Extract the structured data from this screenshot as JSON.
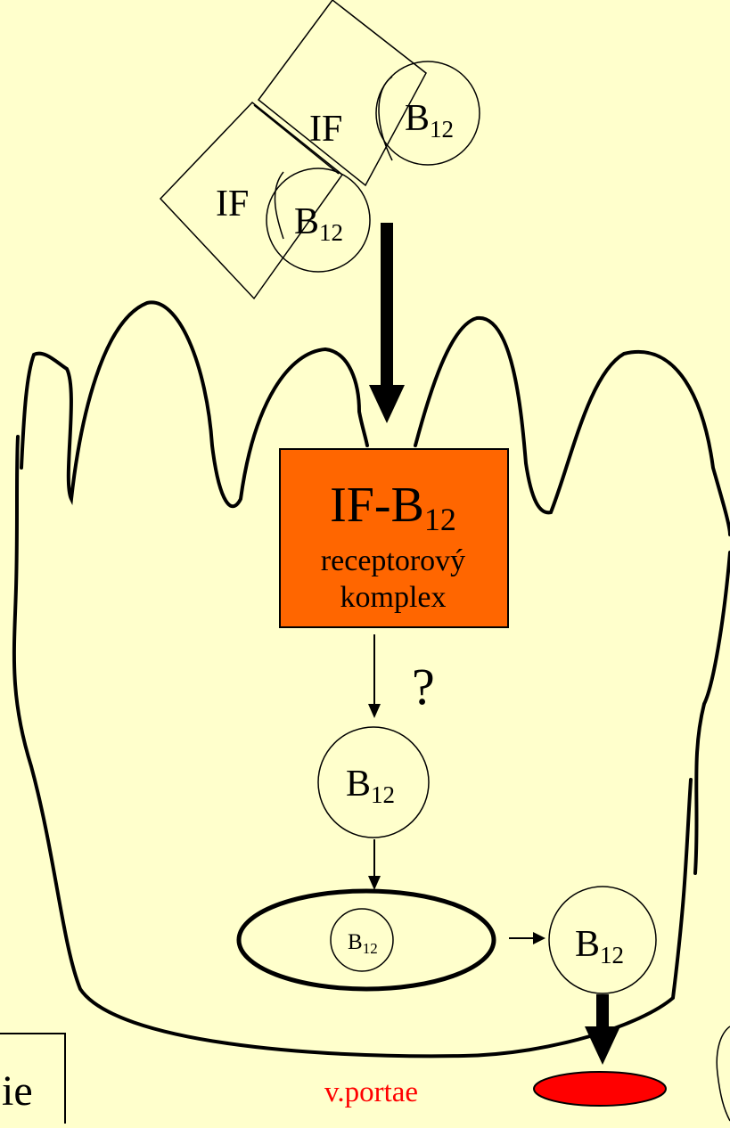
{
  "background": "#ffffcc",
  "colors": {
    "receptor_fill": "#ff6600",
    "portal_vessel": "#ff0000",
    "label_red": "#ff0000",
    "stroke": "#000000"
  },
  "complex_upper": {
    "if_label": "IF",
    "b12_base": "B",
    "b12_sub": "12"
  },
  "complex_lower": {
    "if_label": "IF",
    "b12_base": "B",
    "b12_sub": "12"
  },
  "receptor": {
    "title_base": "IF-B",
    "title_sub": "12",
    "line1": "receptorový",
    "line2": "komplex"
  },
  "question": "?",
  "b12_free": {
    "base": "B",
    "sub": "12"
  },
  "b12_vesicle": {
    "base": "B",
    "sub": "12"
  },
  "b12_released": {
    "base": "B",
    "sub": "12"
  },
  "left_box_text": "ie",
  "portal_label": "v.portae"
}
